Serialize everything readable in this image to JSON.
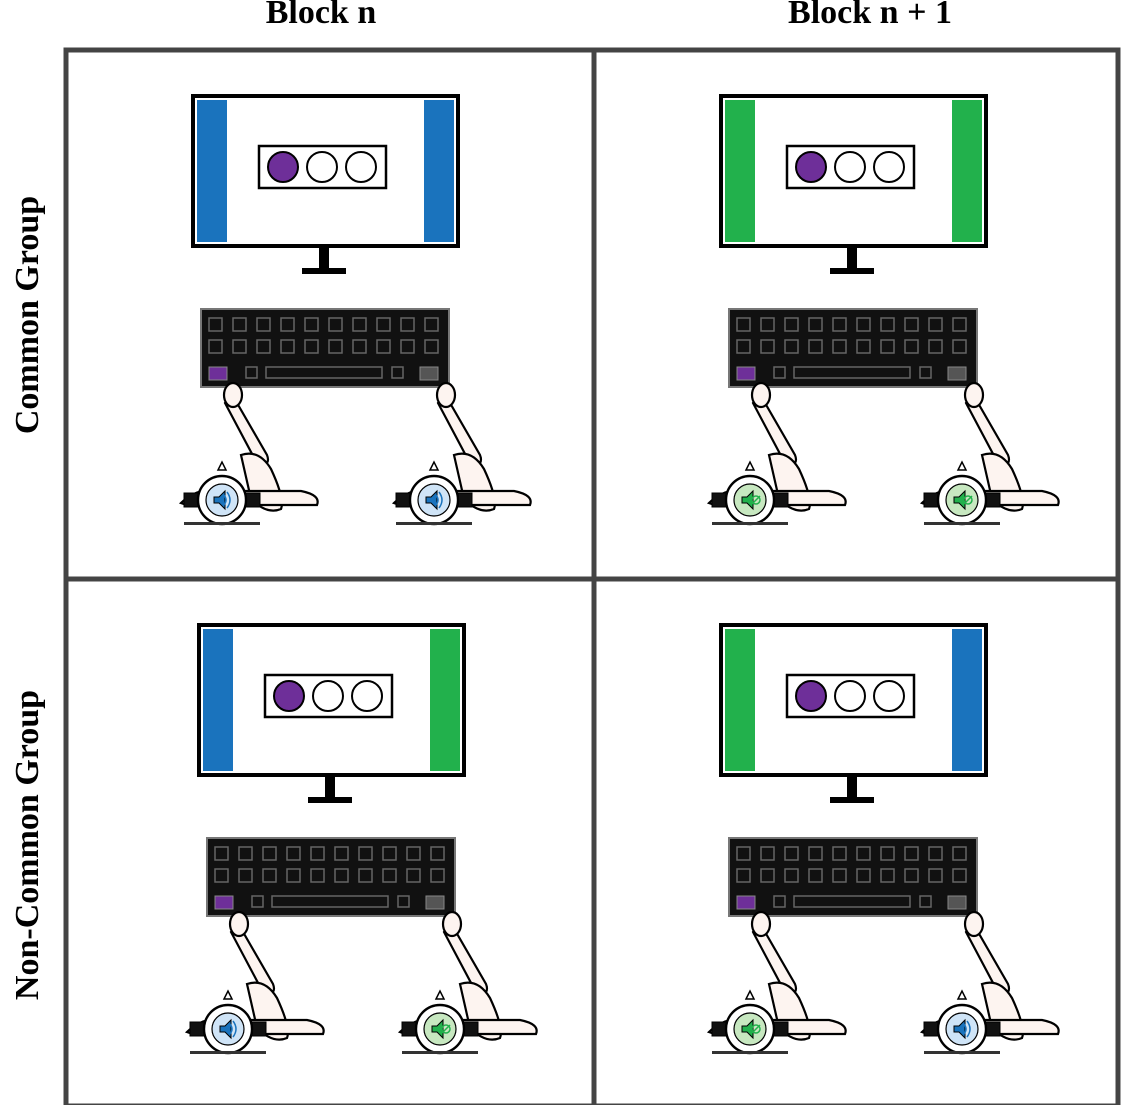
{
  "columns": [
    {
      "label": "Block n"
    },
    {
      "label": "Block n + 1"
    }
  ],
  "rows": [
    {
      "label": "Common Group"
    },
    {
      "label": "Non-Common Group"
    }
  ],
  "colors": {
    "blue": "#1a73bd",
    "green": "#22b14c",
    "purple": "#6e2f99",
    "keyboard": "#111111",
    "arm": "#fdf4f0",
    "watch_blue_face": "#cfe4f7",
    "watch_green_face": "#c7e8c0"
  },
  "panels": [
    {
      "id": "common-block-n",
      "left_bar": "blue",
      "right_bar": "blue",
      "left_watch": "blue",
      "right_watch": "blue"
    },
    {
      "id": "common-block-n1",
      "left_bar": "green",
      "right_bar": "green",
      "left_watch": "green",
      "right_watch": "green"
    },
    {
      "id": "noncommon-block-n",
      "left_bar": "blue",
      "right_bar": "green",
      "left_watch": "blue",
      "right_watch": "green"
    },
    {
      "id": "noncommon-block-n1",
      "left_bar": "green",
      "right_bar": "blue",
      "left_watch": "green",
      "right_watch": "blue"
    }
  ],
  "icons": {
    "monitor": "monitor-icon",
    "keyboard": "keyboard-icon",
    "hand": "hand-icon",
    "watch": "smartwatch-icon",
    "speaker": "speaker-icon"
  }
}
